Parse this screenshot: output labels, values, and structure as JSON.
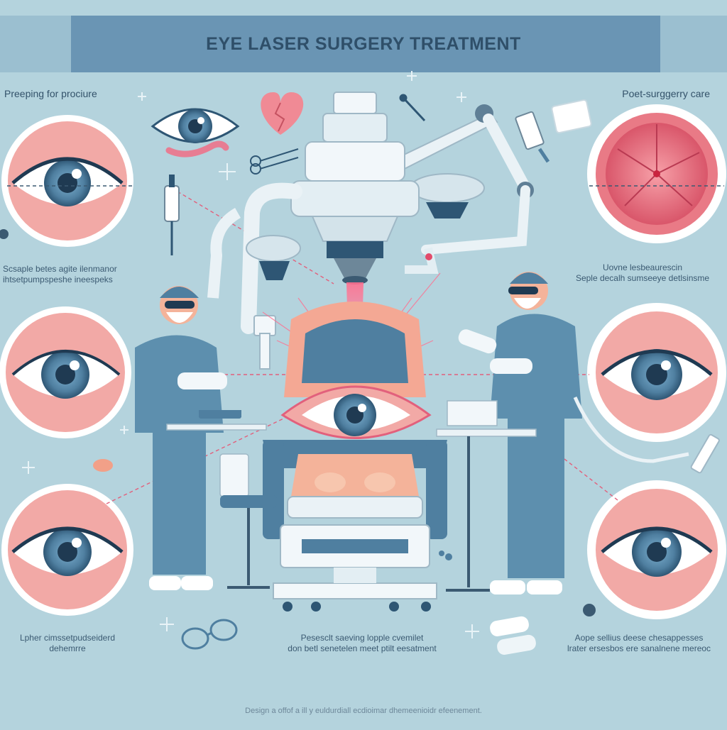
{
  "title": "EYE LASER SURGERY TREATMENT",
  "left_heading": "Preeping for prociure",
  "right_heading": "Poet-surggerry care",
  "captions": {
    "left_mid": [
      "Scsaple betes agite ilenmanor",
      "ihtsetpumpspeshe ineespeks"
    ],
    "right_mid": [
      "Uovne lesbeaurescin",
      "Seple decalh sumseeye detlsinsme"
    ],
    "left_bottom": [
      "Lpher cimssetpudseiderd",
      "dehemrre"
    ],
    "center_bottom": [
      "Pesesclt saeving lopple cvemilet",
      "don betl senetelen meet ptilt eesatment"
    ],
    "right_bottom": [
      "Aope sellius deese chesappesses",
      "lrater ersesbos ere sanalnene mereoc"
    ]
  },
  "footer": "Design a offof a ill y euldurdiall ecdioimar dhemeenioidr efeenement.",
  "colors": {
    "background": "#b4d3dd",
    "banner": "#6a95b4",
    "scrubs": "#5d8fae",
    "laser": "#e24b6b",
    "eye_pink": "#f2a9a6",
    "iris": "#4f7fa0"
  }
}
